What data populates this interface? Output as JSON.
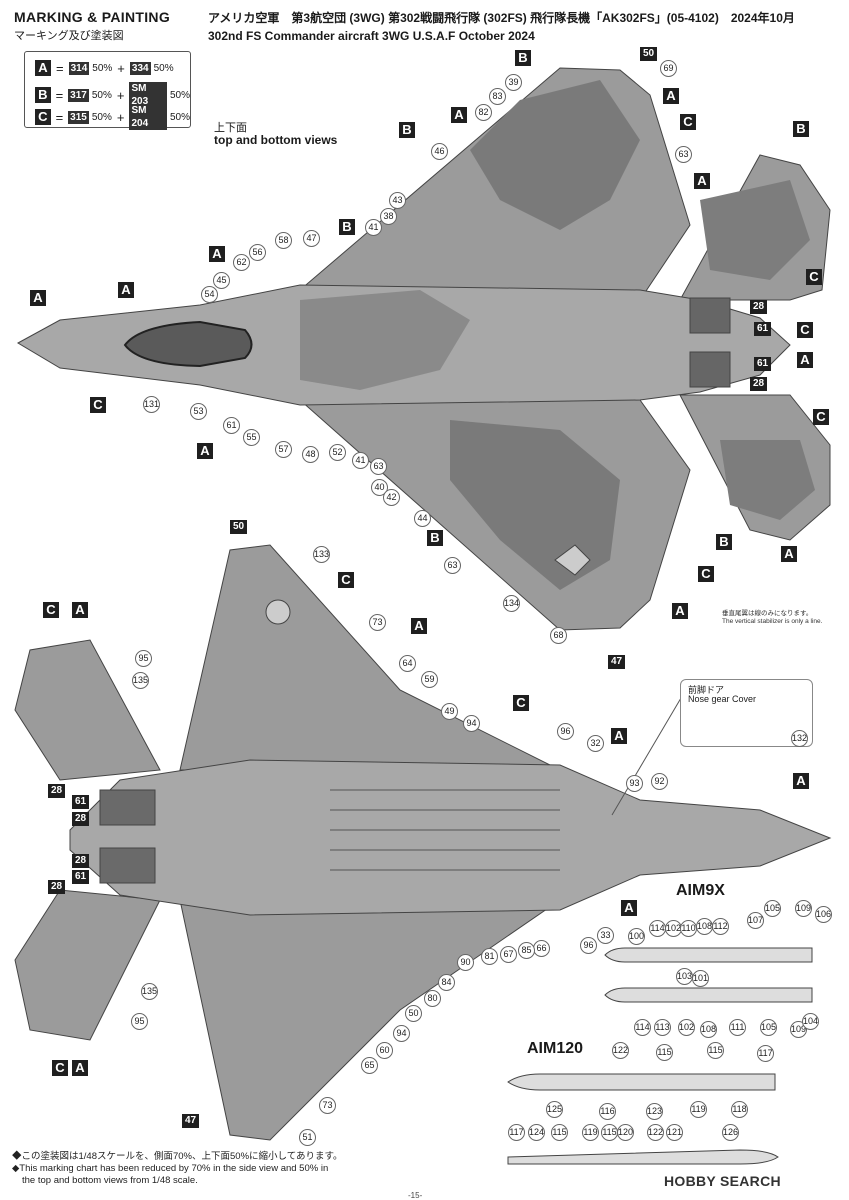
{
  "header": {
    "title": "MARKING & PAINTING",
    "subtitle_jp": "マーキング及び塗装図",
    "aircraft_jp": "アメリカ空軍　第3航空団 (3WG) 第302戦闘飛行隊 (302FS) 飛行隊長機「AK302FS」(05-4102)　2024年10月",
    "aircraft_en": "302nd FS Commander aircraft  3WG U.S.A.F October 2024"
  },
  "legend": [
    {
      "key": "A",
      "c1": "314",
      "p1": "50%",
      "c2": "334",
      "p2": "50%"
    },
    {
      "key": "B",
      "c1": "317",
      "p1": "50%",
      "c2": "SM 203",
      "p2": "50%"
    },
    {
      "key": "C",
      "c1": "315",
      "p1": "50%",
      "c2": "SM 204",
      "p2": "50%"
    }
  ],
  "views": {
    "jp": "上下面",
    "en": "top and bottom views"
  },
  "nose_gear_note": {
    "jp": "前脚ドア",
    "en": "Nose gear Cover",
    "part": "132"
  },
  "vertical_stabilizer_note": {
    "jp": "垂直尾翼は線のみになります。",
    "en": "The vertical stabilizer is only a line."
  },
  "missiles": {
    "aim9": "AIM9X",
    "aim120": "AIM120"
  },
  "footer": {
    "jp": "◆この塗装図は1/48スケールを、側面70%、上下面50%に縮小してあります。",
    "en1": "◆This marking chart has been reduced by 70% in the side view and 50% in",
    "en2": "the top and bottom views from 1/48 scale."
  },
  "page": "-15-",
  "brand": "HOBBY SEARCH",
  "labels": {
    "A": "A",
    "B": "B",
    "C": "C",
    "n28": "28",
    "n61": "61",
    "n47": "47",
    "n50": "50"
  },
  "callouts": {
    "top": [
      "69",
      "39",
      "83",
      "82",
      "46",
      "43",
      "38",
      "41",
      "47",
      "58",
      "56",
      "62",
      "45",
      "54",
      "131",
      "53",
      "61",
      "55",
      "57",
      "48",
      "52",
      "41",
      "63",
      "40",
      "42",
      "44",
      "63",
      "134",
      "68",
      "63"
    ],
    "bottom": [
      "133",
      "73",
      "95",
      "135",
      "64",
      "59",
      "49",
      "94",
      "96",
      "32",
      "93",
      "92",
      "33",
      "96",
      "66",
      "85",
      "67",
      "81",
      "90",
      "84",
      "80",
      "50",
      "94",
      "60",
      "65",
      "73",
      "51",
      "135",
      "95"
    ],
    "aim9": [
      "105",
      "109",
      "106",
      "107",
      "100",
      "114",
      "102",
      "110",
      "108",
      "112",
      "103",
      "101",
      "114",
      "113",
      "102",
      "108",
      "111",
      "105",
      "109",
      "104"
    ],
    "aim120": [
      "122",
      "115",
      "115",
      "117",
      "125",
      "116",
      "123",
      "119",
      "118",
      "117",
      "124",
      "115",
      "119",
      "115",
      "120",
      "122",
      "121",
      "126"
    ]
  }
}
